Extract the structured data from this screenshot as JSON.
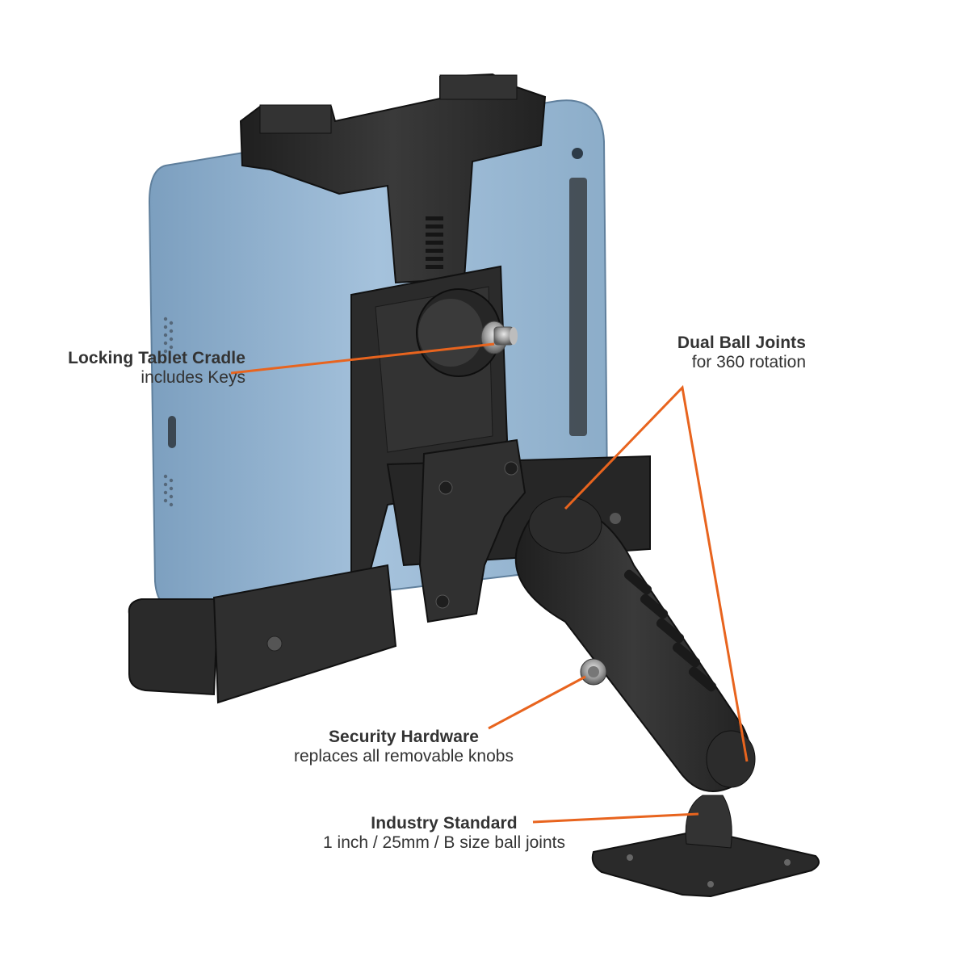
{
  "callouts": {
    "cradle": {
      "title": "Locking Tablet Cradle",
      "subtitle": "includes Keys"
    },
    "ball_joints": {
      "title": "Dual Ball Joints",
      "subtitle": "for 360 rotation"
    },
    "security": {
      "title": "Security Hardware",
      "subtitle": "replaces all removable knobs"
    },
    "industry": {
      "title": "Industry Standard",
      "subtitle": "1 inch / 25mm / B size ball joints"
    }
  },
  "colors": {
    "leader_line": "#e8641e",
    "tablet": "#8fb1cf",
    "mount_plastic": "#2b2b2b",
    "text": "#333333"
  }
}
